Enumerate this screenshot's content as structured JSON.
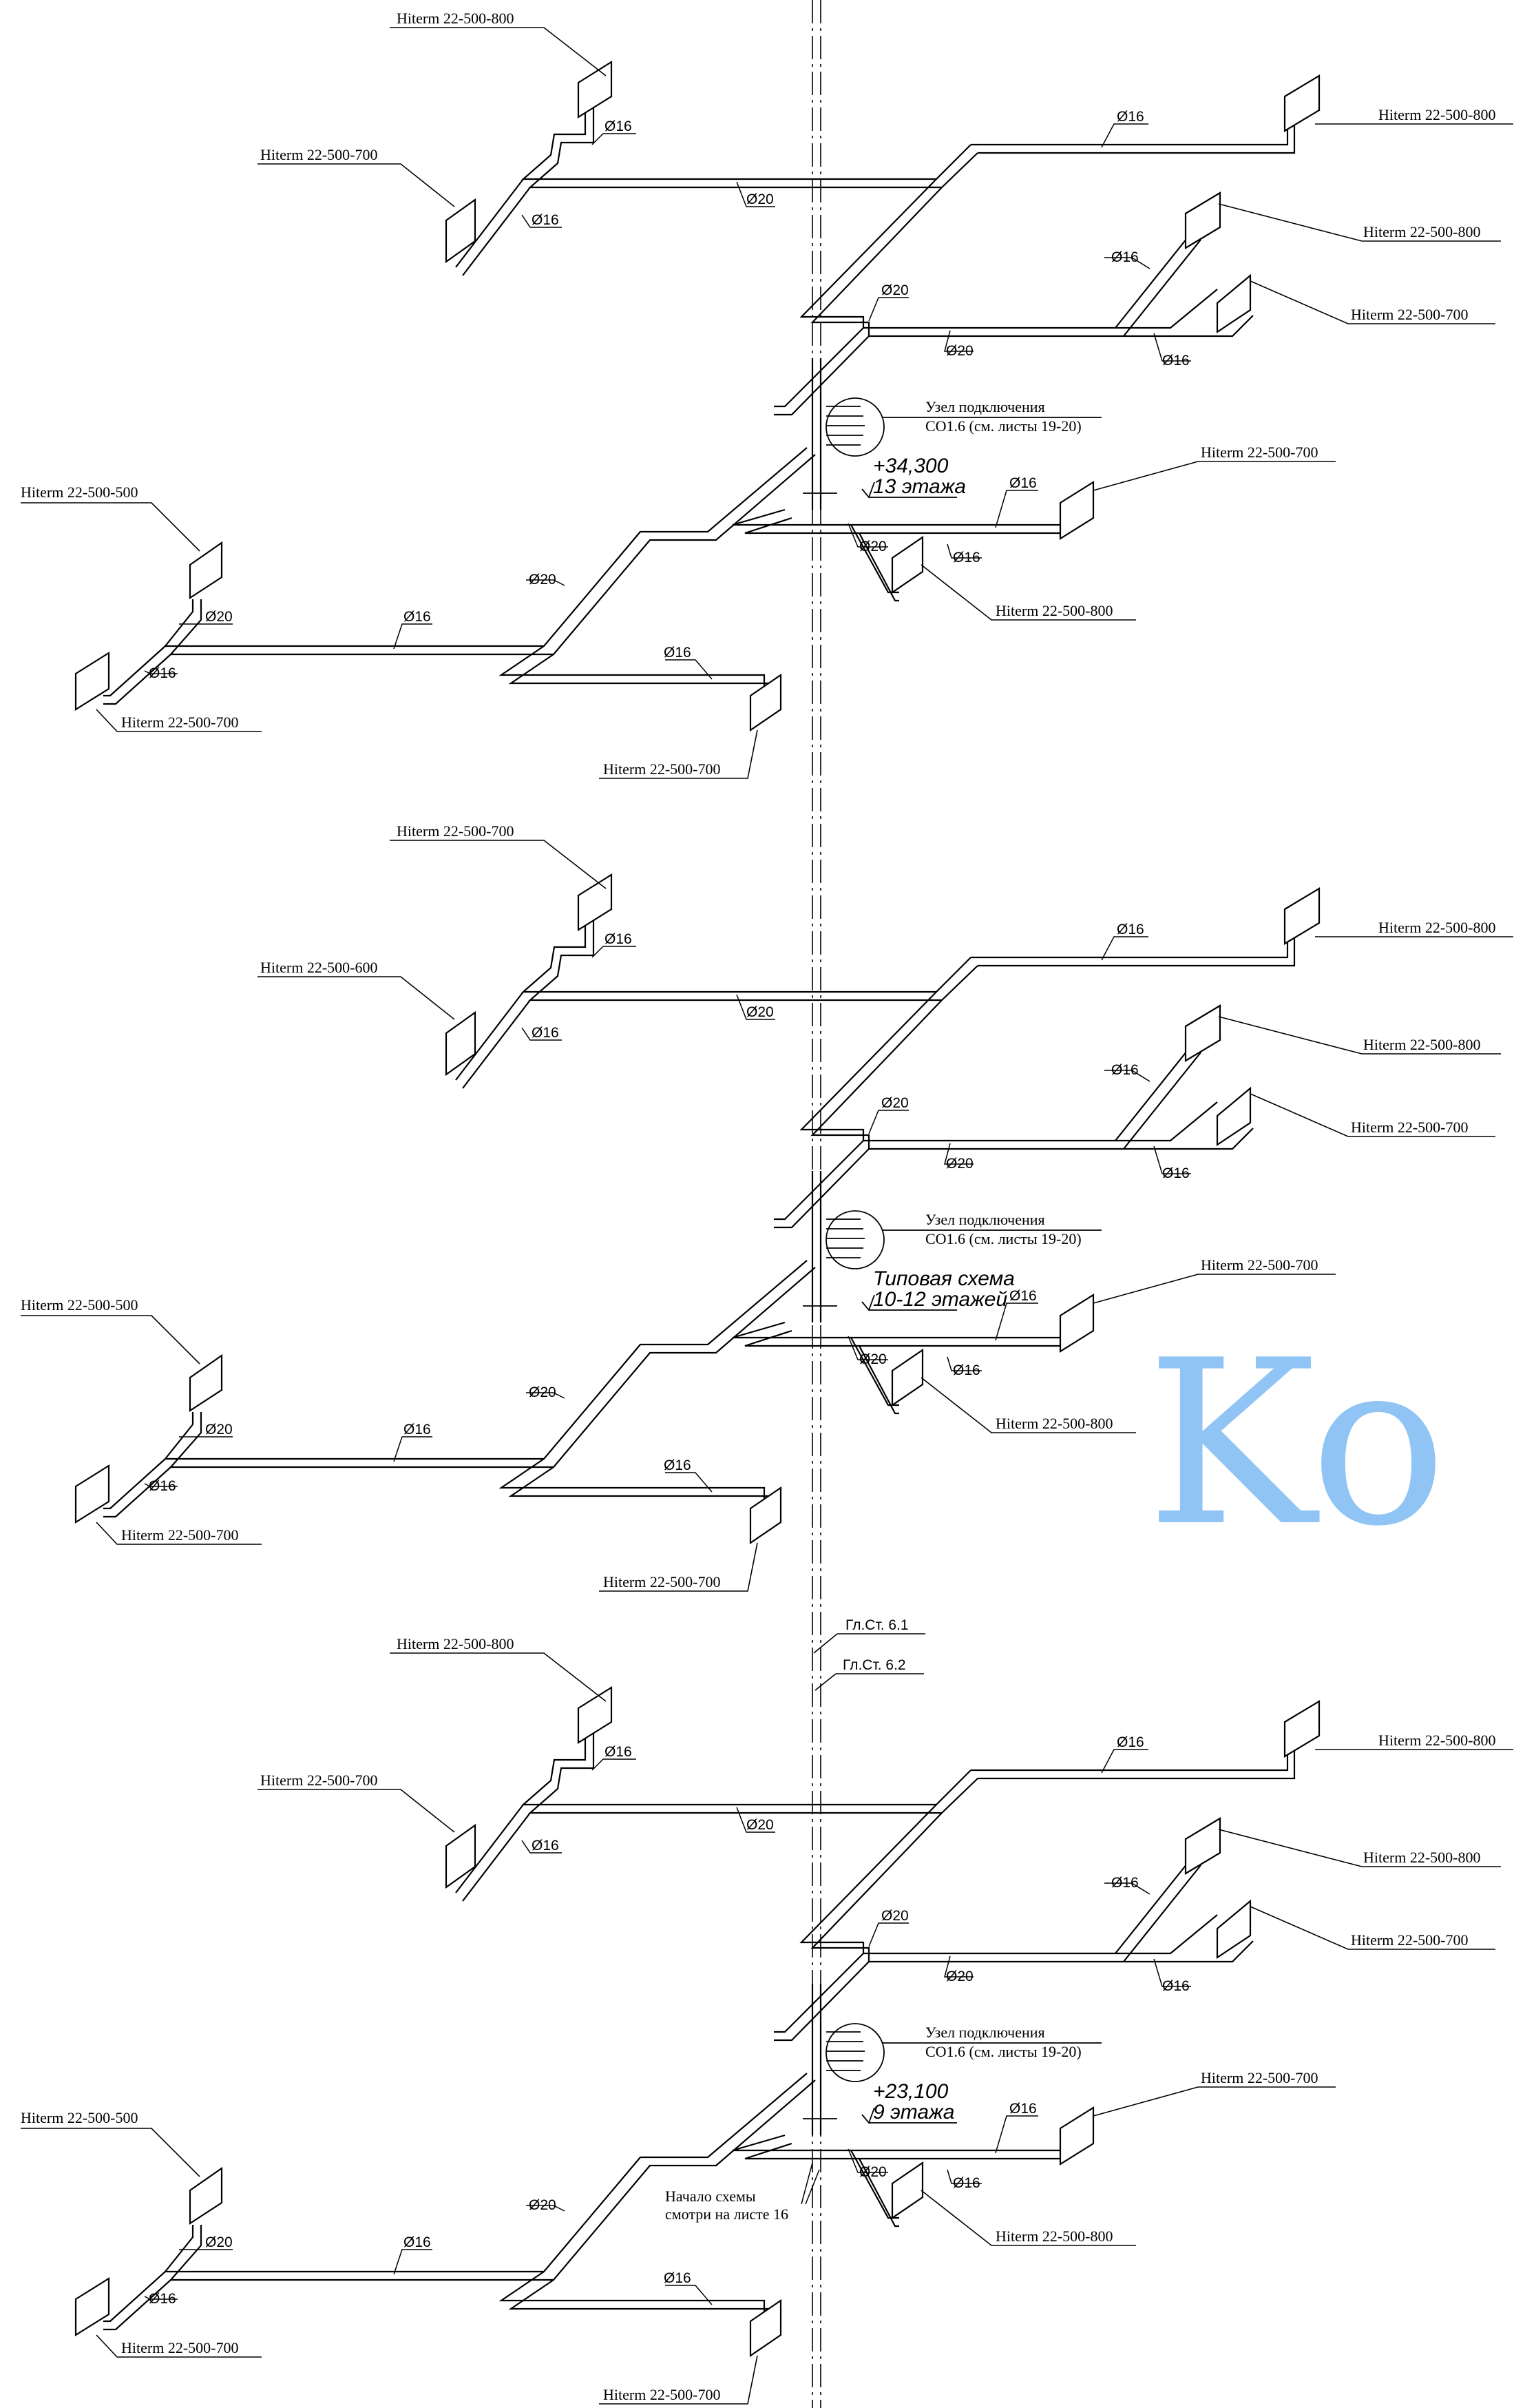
{
  "watermark": {
    "text": "Ko",
    "color": "#90c4f4"
  },
  "line_color": "#000000",
  "risers": {
    "label_a": "Гл.Ст. 6.1",
    "label_b": "Гл.Ст. 6.2"
  },
  "blocks": [
    {
      "node_line1": "Узел подключения",
      "node_line2": "СО1.6 (см. листы 19-20)",
      "elev_line1": "+34,300",
      "elev_line2": "13 этажа",
      "radiators": {
        "ul_top": "Hiterm 22-500-800",
        "ul_left": "Hiterm 22-500-700",
        "r1": "Hiterm 22-500-800",
        "r2": "Hiterm 22-500-800",
        "r3": "Hiterm 22-500-700",
        "mr1": "Hiterm 22-500-700",
        "mr2": "Hiterm 22-500-800",
        "l1": "Hiterm 22-500-500",
        "l2": "Hiterm 22-500-700",
        "bc": "Hiterm 22-500-700"
      },
      "dims": [
        "Ø16",
        "Ø16",
        "Ø20",
        "Ø16",
        "Ø20",
        "Ø16",
        "Ø20",
        "Ø16",
        "Ø16",
        "Ø20",
        "Ø16",
        "Ø20",
        "Ø16",
        "Ø20",
        "Ø16",
        "Ø16"
      ]
    },
    {
      "node_line1": "Узел подключения",
      "node_line2": "СО1.6 (см. листы 19-20)",
      "elev_line1": "Типовая схема",
      "elev_line2": "10-12 этажей",
      "radiators": {
        "ul_top": "Hiterm 22-500-700",
        "ul_left": "Hiterm 22-500-600",
        "r1": "Hiterm 22-500-800",
        "r2": "Hiterm 22-500-800",
        "r3": "Hiterm 22-500-700",
        "mr1": "Hiterm 22-500-700",
        "mr2": "Hiterm 22-500-800",
        "l1": "Hiterm 22-500-500",
        "l2": "Hiterm 22-500-700",
        "bc": "Hiterm 22-500-700"
      },
      "dims": [
        "Ø16",
        "Ø16",
        "Ø20",
        "Ø16",
        "Ø20",
        "Ø16",
        "Ø20",
        "Ø16",
        "Ø16",
        "Ø20",
        "Ø16",
        "Ø20",
        "Ø16",
        "Ø20",
        "Ø16",
        "Ø16"
      ]
    },
    {
      "node_line1": "Узел подключения",
      "node_line2": "СО1.6 (см. листы 19-20)",
      "elev_line1": "+23,100",
      "elev_line2": "9 этажа",
      "radiators": {
        "ul_top": "Hiterm 22-500-800",
        "ul_left": "Hiterm 22-500-700",
        "r1": "Hiterm 22-500-800",
        "r2": "Hiterm 22-500-800",
        "r3": "Hiterm 22-500-700",
        "mr1": "Hiterm 22-500-700",
        "mr2": "Hiterm 22-500-800",
        "l1": "Hiterm 22-500-500",
        "l2": "Hiterm 22-500-700",
        "bc": "Hiterm 22-500-700"
      },
      "dims": [
        "Ø16",
        "Ø16",
        "Ø20",
        "Ø16",
        "Ø20",
        "Ø16",
        "Ø20",
        "Ø16",
        "Ø16",
        "Ø20",
        "Ø16",
        "Ø20",
        "Ø16",
        "Ø20",
        "Ø16",
        "Ø16"
      ]
    }
  ],
  "start_note": {
    "line1": "Начало схемы",
    "line2": "смотри на листе 16"
  }
}
